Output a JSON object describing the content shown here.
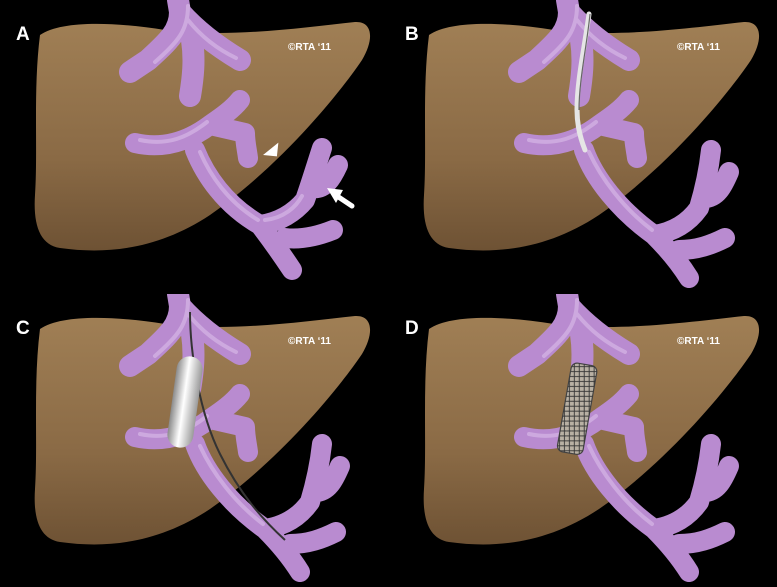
{
  "panels": [
    {
      "letter": "A",
      "copyright": "©RTA ‘11"
    },
    {
      "letter": "B",
      "copyright": "©RTA ‘11"
    },
    {
      "letter": "C",
      "copyright": "©RTA ‘11"
    },
    {
      "letter": "D",
      "copyright": "©RTA ‘11"
    }
  ],
  "colors": {
    "background": "#000000",
    "liver": "#8a6a45",
    "vein": "#b98bd0",
    "stent": "#c8c8c8"
  }
}
